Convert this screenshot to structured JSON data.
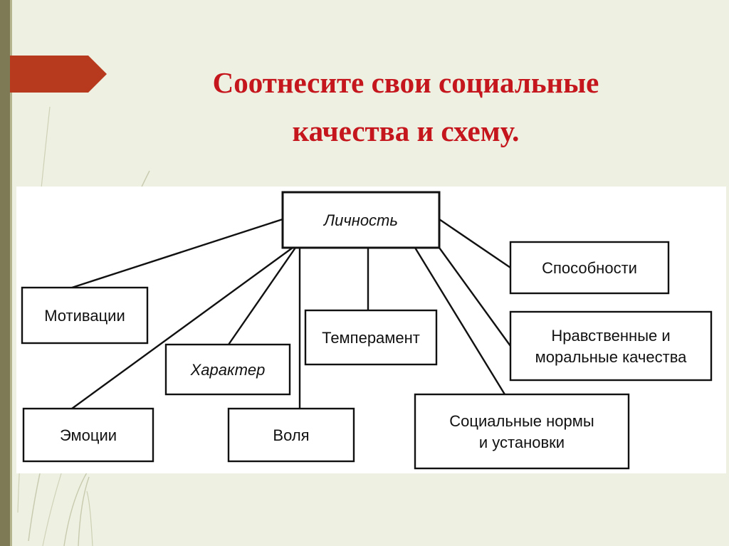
{
  "slide": {
    "title_line1": "Соотнесите свои социальные",
    "title_line2": "качества и схему.",
    "colors": {
      "title": "#c4161c",
      "arrow": "#b83a1e",
      "background": "#eef0e2",
      "left_bar": "#7e7a56"
    },
    "arrow_icon": "right-pointing-arrow-icon"
  },
  "diagram": {
    "root": {
      "label": "Личность"
    },
    "nodes": [
      {
        "id": "motivation",
        "lines": [
          "Мотивации"
        ]
      },
      {
        "id": "emotions",
        "lines": [
          "Эмоции"
        ]
      },
      {
        "id": "character",
        "lines": [
          "Характер"
        ]
      },
      {
        "id": "will",
        "lines": [
          "Воля"
        ]
      },
      {
        "id": "temperament",
        "lines": [
          "Темперамент"
        ]
      },
      {
        "id": "social-norms",
        "lines": [
          "Социальные нормы",
          "и установки"
        ]
      },
      {
        "id": "moral-qualities",
        "lines": [
          "Нравственные и",
          "моральные качества"
        ]
      },
      {
        "id": "abilities",
        "lines": [
          "Способности"
        ]
      }
    ]
  }
}
